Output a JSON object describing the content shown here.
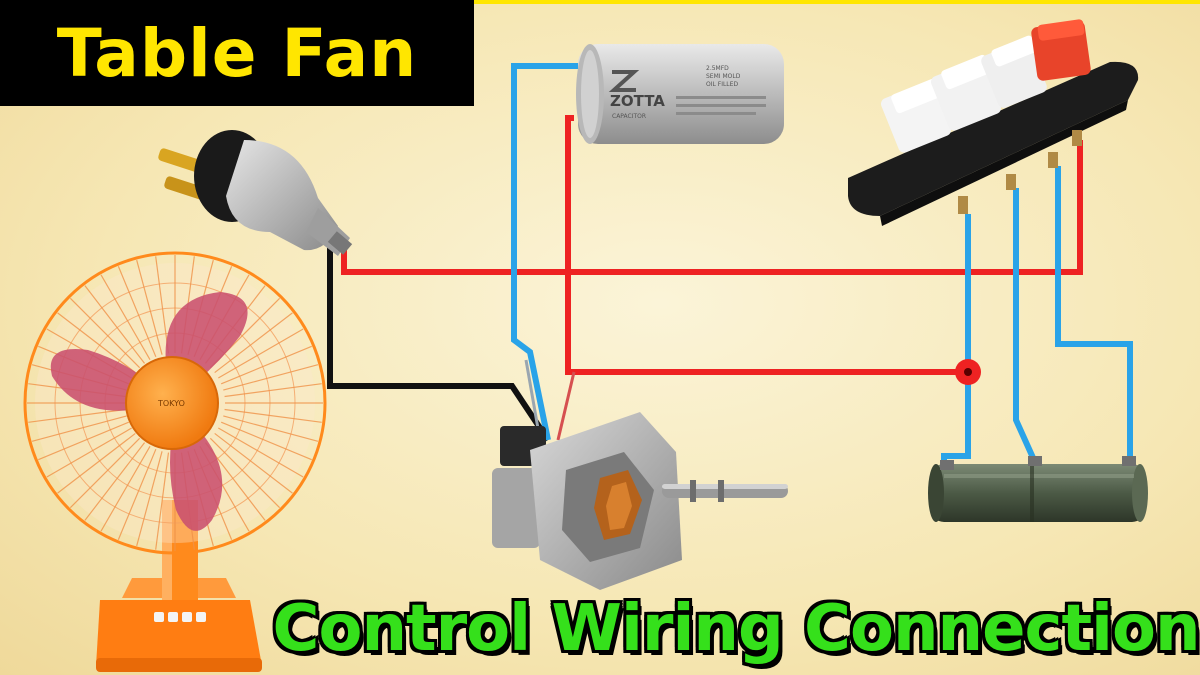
{
  "header": {
    "title": "Table Fan"
  },
  "caption": "Control Wiring Connection",
  "capacitor": {
    "brand": "ZOTTA",
    "subtitle": "CAPACITOR",
    "print_lines": [
      "2.5MFD",
      "SEMI MOLD",
      "OIL FILLED"
    ]
  },
  "fan": {
    "brand": "TOKYO"
  },
  "colors": {
    "title_text": "#ffe600",
    "title_bg": "#000000",
    "caption_text": "#35e01b",
    "wire_red": "#ee2222",
    "wire_blue": "#2aa3e8",
    "wire_black": "#111111",
    "fan_orange": "#ff8a1c",
    "blade_pink": "#c9506e"
  },
  "components": [
    "plug-icon",
    "capacitor-icon",
    "switch-block-icon",
    "regulator-coil-icon",
    "motor-icon",
    "table-fan-icon"
  ]
}
